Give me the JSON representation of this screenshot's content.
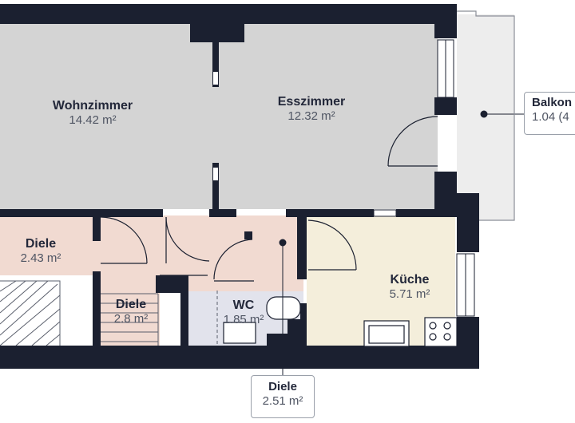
{
  "rooms": {
    "wohnzimmer": {
      "name": "Wohnzimmer",
      "area": "14.42 m²"
    },
    "esszimmer": {
      "name": "Esszimmer",
      "area": "12.32 m²"
    },
    "diele_left": {
      "name": "Diele",
      "area": "2.43 m²"
    },
    "diele_stair": {
      "name": "Diele",
      "area": "2.8 m²"
    },
    "wc": {
      "name": "WC",
      "area": "1.85 m²"
    },
    "kueche": {
      "name": "Küche",
      "area": "5.71 m²"
    }
  },
  "callouts": {
    "balkon": {
      "name": "Balkon",
      "area": "1.04 (4"
    },
    "diele_bottom": {
      "name": "Diele",
      "area": "2.51 m²"
    }
  },
  "colors": {
    "wall": "#1b2030",
    "living": "#d4d4d4",
    "hall": "#f1dad1",
    "wc": "#e2e3ec",
    "kitchen": "#f4eedb",
    "balcony": "#ededed",
    "stairs": "#ffffff"
  }
}
